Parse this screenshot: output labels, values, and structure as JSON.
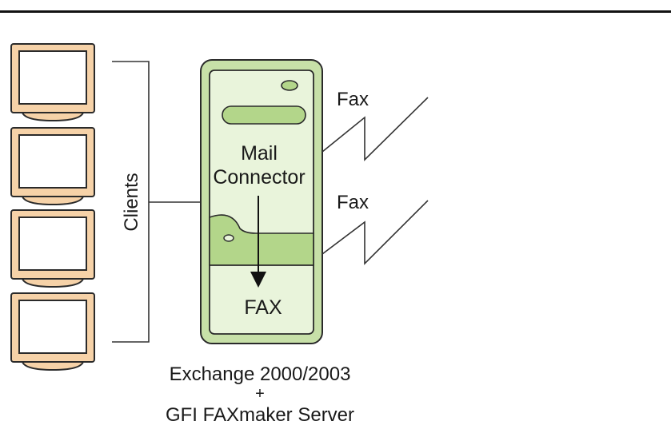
{
  "diagram": {
    "clients_label": "Clients",
    "server": {
      "top_label_line1": "Mail",
      "top_label_line2": "Connector",
      "bottom_label": "FAX"
    },
    "fax_links": [
      {
        "label": "Fax"
      },
      {
        "label": "Fax"
      }
    ],
    "caption": {
      "line1": "Exchange 2000/2003",
      "line2": "+",
      "line3": "GFI FAXmaker Server"
    },
    "client_count": 4
  },
  "colors": {
    "monitor_fill": "#f6d2a8",
    "monitor_stroke": "#2a2a2a",
    "server_outer": "#c7e0a8",
    "server_inner": "#e9f4db",
    "server_band": "#b3d68a",
    "line": "#333333"
  }
}
